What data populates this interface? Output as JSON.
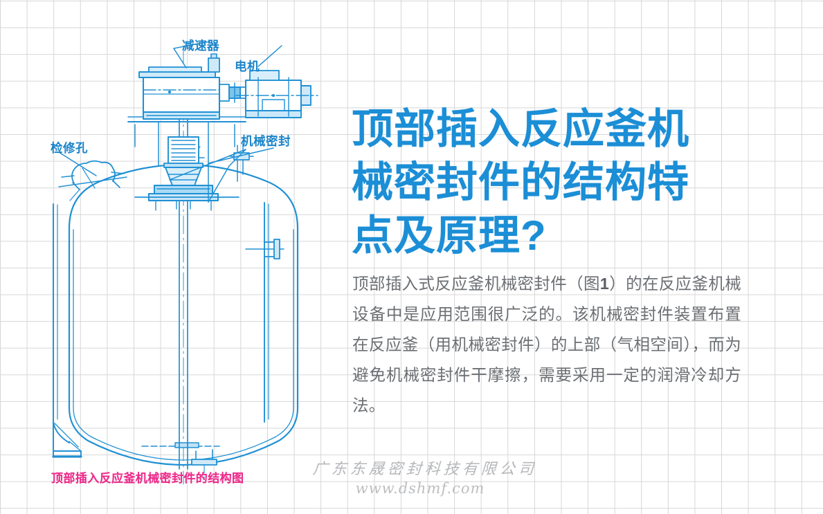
{
  "slide": {
    "background_color": "#ffffff",
    "grid_line_color": "#d6d6d8",
    "accent_blue": "#1b8ed6",
    "diagram_blue": "#1b84c9",
    "caption_pink": "#ec2a8a",
    "body_text_color": "#6c6f73",
    "watermark_color": "#b9bbbe"
  },
  "headline": {
    "text": "顶部插入反应釜机\n械密封件的结构特\n点及原理?"
  },
  "body": {
    "paragraph_part1": "顶部插入式反应釜机械密封件（图",
    "paragraph_figure_number": "1",
    "paragraph_part2": "）的在反应釜机械设备中是应用范围很广泛的。该机械密封件装置布置在反应釜（用机械密封件）的上部（气相空间），而为避免机械密封件干摩擦，需要采用一定的润滑冷却方法。"
  },
  "figure": {
    "caption": "顶部插入反应釜机械密封件的结构图",
    "labels": [
      {
        "name": "reducer",
        "text": "减速器"
      },
      {
        "name": "motor",
        "text": "电机"
      },
      {
        "name": "mechanical-seal",
        "text": "机械密封"
      },
      {
        "name": "inspection-hole",
        "text": "检修孔"
      }
    ]
  },
  "watermark": {
    "company": "广东东晟密封科技有限公司",
    "url": "www.dshmf.com"
  }
}
